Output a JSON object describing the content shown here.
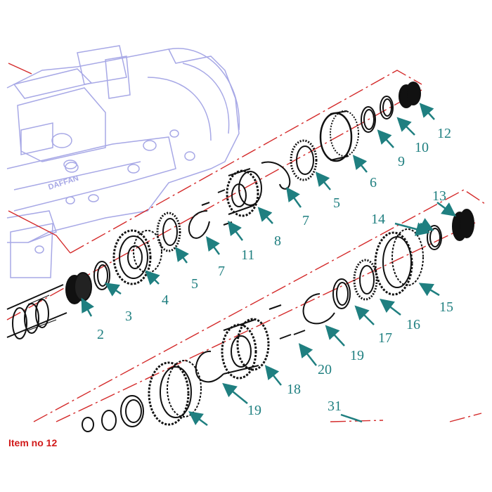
{
  "caption": "Item no 12",
  "brand_text": "DAFFAN",
  "colors": {
    "housing": "#a7a8e6",
    "axis": "#d42a2a",
    "label": "#1f7f80",
    "part": "#111111",
    "caption": "#d11a1a"
  },
  "parts": [
    {
      "id": "2",
      "label": "2"
    },
    {
      "id": "3",
      "label": "3"
    },
    {
      "id": "4",
      "label": "4"
    },
    {
      "id": "5a",
      "label": "5"
    },
    {
      "id": "7a",
      "label": "7"
    },
    {
      "id": "11",
      "label": "11"
    },
    {
      "id": "8",
      "label": "8"
    },
    {
      "id": "7b",
      "label": "7"
    },
    {
      "id": "5b",
      "label": "5"
    },
    {
      "id": "6",
      "label": "6"
    },
    {
      "id": "9",
      "label": "9"
    },
    {
      "id": "10",
      "label": "10"
    },
    {
      "id": "12",
      "label": "12"
    },
    {
      "id": "13",
      "label": "13"
    },
    {
      "id": "14",
      "label": "14"
    },
    {
      "id": "15",
      "label": "15"
    },
    {
      "id": "16",
      "label": "16"
    },
    {
      "id": "17",
      "label": "17"
    },
    {
      "id": "19a",
      "label": "19"
    },
    {
      "id": "20",
      "label": "20"
    },
    {
      "id": "18",
      "label": "18"
    },
    {
      "id": "19b",
      "label": "19"
    },
    {
      "id": "31",
      "label": "31"
    }
  ]
}
